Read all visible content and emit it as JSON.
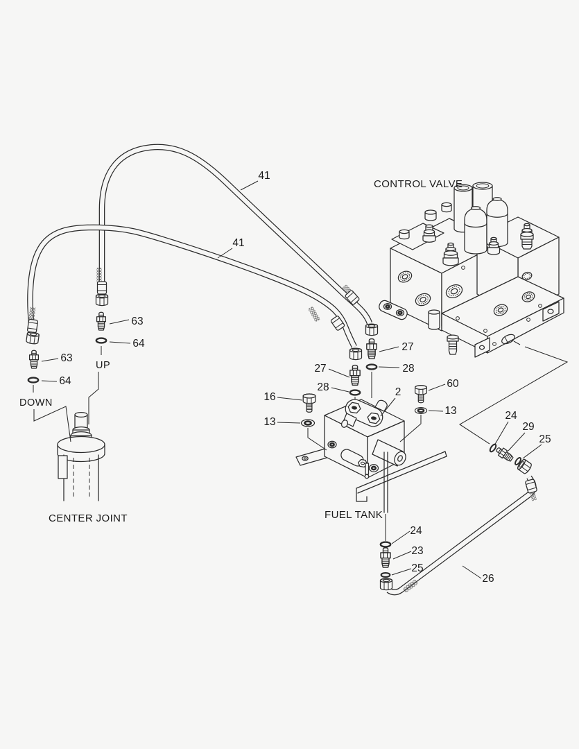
{
  "colors": {
    "background": "#f6f6f5",
    "line": "#2b2b2b",
    "text": "#1b1b1b"
  },
  "section_labels": {
    "control_valve": "CONTROL VALVE",
    "center_joint": "CENTER JOINT",
    "fuel_tank": "FUEL TANK",
    "up": "UP",
    "down": "DOWN"
  },
  "callouts": {
    "hose_upper": "41",
    "hose_lower": "41",
    "adapter_up": "63",
    "seal_up": "64",
    "adapter_down": "63",
    "seal_down": "64",
    "elbow_upper": "27",
    "seal_upper": "28",
    "elbow_lower": "27",
    "seal_lower": "28",
    "bolt_front": "16",
    "washer_front": "13",
    "fuel_valve_body": "2",
    "bolt_rear": "60",
    "washer_rear": "13",
    "seal_cv_outer": "24",
    "connector_cv": "29",
    "seal_cv_inner": "25",
    "seal_tank_outer": "24",
    "connector_tank": "23",
    "seal_tank_inner": "25",
    "return_tube": "26"
  }
}
